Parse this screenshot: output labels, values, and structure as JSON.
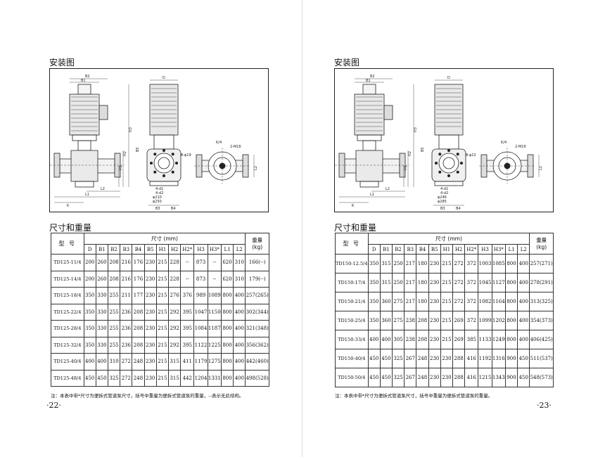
{
  "pages": [
    {
      "install_title": "安装图",
      "table_title": "尺寸和重量",
      "header": {
        "model": "型 号",
        "span": "尺寸 (mm)",
        "weight": "重量\n(kg)",
        "columns": [
          "D",
          "B1",
          "B2",
          "B3",
          "B4",
          "B5",
          "H1",
          "H2",
          "H2*",
          "H3",
          "H3*",
          "L1",
          "L2"
        ]
      },
      "rows": [
        {
          "model": "TD125-11/4",
          "cells": [
            "200",
            "260",
            "208",
            "216",
            "176",
            "230",
            "215",
            "228",
            "--",
            "873",
            "--",
            "620",
            "310"
          ],
          "weight": "166(--)"
        },
        {
          "model": "TD125-14/4",
          "cells": [
            "200",
            "260",
            "208",
            "216",
            "176",
            "230",
            "215",
            "228",
            "--",
            "873",
            "--",
            "620",
            "310"
          ],
          "weight": "179(--)"
        },
        {
          "model": "TD125-18/4",
          "cells": [
            "350",
            "330",
            "255",
            "211",
            "177",
            "230",
            "215",
            "276",
            "376",
            "989",
            "1089",
            "800",
            "400"
          ],
          "weight": "257(265)"
        },
        {
          "model": "TD125-22/4",
          "cells": [
            "350",
            "330",
            "255",
            "236",
            "208",
            "230",
            "215",
            "292",
            "395",
            "1047",
            "1150",
            "800",
            "400"
          ],
          "weight": "302(344)"
        },
        {
          "model": "TD125-28/4",
          "cells": [
            "350",
            "330",
            "255",
            "236",
            "208",
            "230",
            "215",
            "292",
            "395",
            "1084",
            "1187",
            "800",
            "400"
          ],
          "weight": "321(348)"
        },
        {
          "model": "TD125-32/4",
          "cells": [
            "350",
            "330",
            "255",
            "236",
            "208",
            "230",
            "215",
            "292",
            "395",
            "1122",
            "1225",
            "800",
            "400"
          ],
          "weight": "356(362)"
        },
        {
          "model": "TD125-40/4",
          "cells": [
            "400",
            "400",
            "310",
            "272",
            "248",
            "230",
            "215",
            "315",
            "411",
            "1179",
            "1275",
            "800",
            "400"
          ],
          "weight": "442(460)"
        },
        {
          "model": "TD125-48/4",
          "cells": [
            "450",
            "450",
            "325",
            "272",
            "248",
            "230",
            "215",
            "315",
            "442",
            "1204",
            "1331",
            "800",
            "400"
          ],
          "weight": "498(528)"
        }
      ],
      "note": "注：本表中带*尺寸为便拆式管道泵尺寸，括号中重量为便拆式管道泵的重量，--表示无此结构。",
      "page_number": "·22·",
      "drawing": {
        "labels_side": [
          "B2",
          "B1",
          "H3",
          "H2",
          "H1",
          "L2",
          "L1",
          "K"
        ],
        "labels_front": [
          "D",
          "B5",
          "4-d1",
          "4-d2",
          "B3",
          "B4",
          "φ210",
          "φ250",
          "8-φ19"
        ],
        "labels_top": [
          "K/4",
          "2-M16",
          "L2"
        ]
      }
    },
    {
      "install_title": "安装图",
      "table_title": "尺寸和重量",
      "header": {
        "model": "型 号",
        "span": "尺寸 (mm)",
        "weight": "重量\n(kg)",
        "columns": [
          "D",
          "B1",
          "B2",
          "B3",
          "B4",
          "B5",
          "H1",
          "H2",
          "H2*",
          "H3",
          "H3*",
          "L1",
          "L2"
        ]
      },
      "rows": [
        {
          "model": "TD150-12.5/4",
          "cells": [
            "350",
            "315",
            "250",
            "217",
            "180",
            "230",
            "215",
            "272",
            "372",
            "1003",
            "1085",
            "800",
            "400"
          ],
          "weight": "257(271)"
        },
        {
          "model": "TD150-17/4",
          "cells": [
            "350",
            "315",
            "250",
            "217",
            "180",
            "230",
            "215",
            "272",
            "372",
            "1045",
            "1127",
            "800",
            "400"
          ],
          "weight": "278(291)"
        },
        {
          "model": "TD150-21/4",
          "cells": [
            "350",
            "360",
            "275",
            "217",
            "180",
            "230",
            "215",
            "272",
            "372",
            "1082",
            "1164",
            "800",
            "400"
          ],
          "weight": "313(325)"
        },
        {
          "model": "TD150-25/4",
          "cells": [
            "350",
            "360",
            "275",
            "238",
            "208",
            "230",
            "215",
            "269",
            "372",
            "1099",
            "1202",
            "800",
            "400"
          ],
          "weight": "354(373)"
        },
        {
          "model": "TD150-33/4",
          "cells": [
            "400",
            "400",
            "305",
            "238",
            "208",
            "230",
            "215",
            "269",
            "385",
            "1133",
            "1249",
            "800",
            "400"
          ],
          "weight": "406(425)"
        },
        {
          "model": "TD150-40/4",
          "cells": [
            "450",
            "450",
            "325",
            "267",
            "248",
            "230",
            "230",
            "288",
            "416",
            "1192",
            "1316",
            "900",
            "450"
          ],
          "weight": "511(537)"
        },
        {
          "model": "TD150-50/4",
          "cells": [
            "450",
            "450",
            "325",
            "267",
            "248",
            "230",
            "230",
            "288",
            "416",
            "1215",
            "1343",
            "900",
            "450"
          ],
          "weight": "548(573)"
        }
      ],
      "note": "注：本表中带*尺寸为便拆式管道泵尺寸，括号中重量为便拆式管道泵的重量。",
      "page_number": "·23·",
      "drawing": {
        "labels_side": [
          "B2",
          "B1",
          "H3",
          "H2",
          "H1",
          "L2",
          "L1",
          "K"
        ],
        "labels_front": [
          "D",
          "B5",
          "4-d1",
          "4-d2",
          "B3",
          "B4",
          "φ246",
          "φ285",
          "8-φ22"
        ],
        "labels_top": [
          "K/4",
          "2-M16",
          "L2"
        ]
      }
    }
  ]
}
